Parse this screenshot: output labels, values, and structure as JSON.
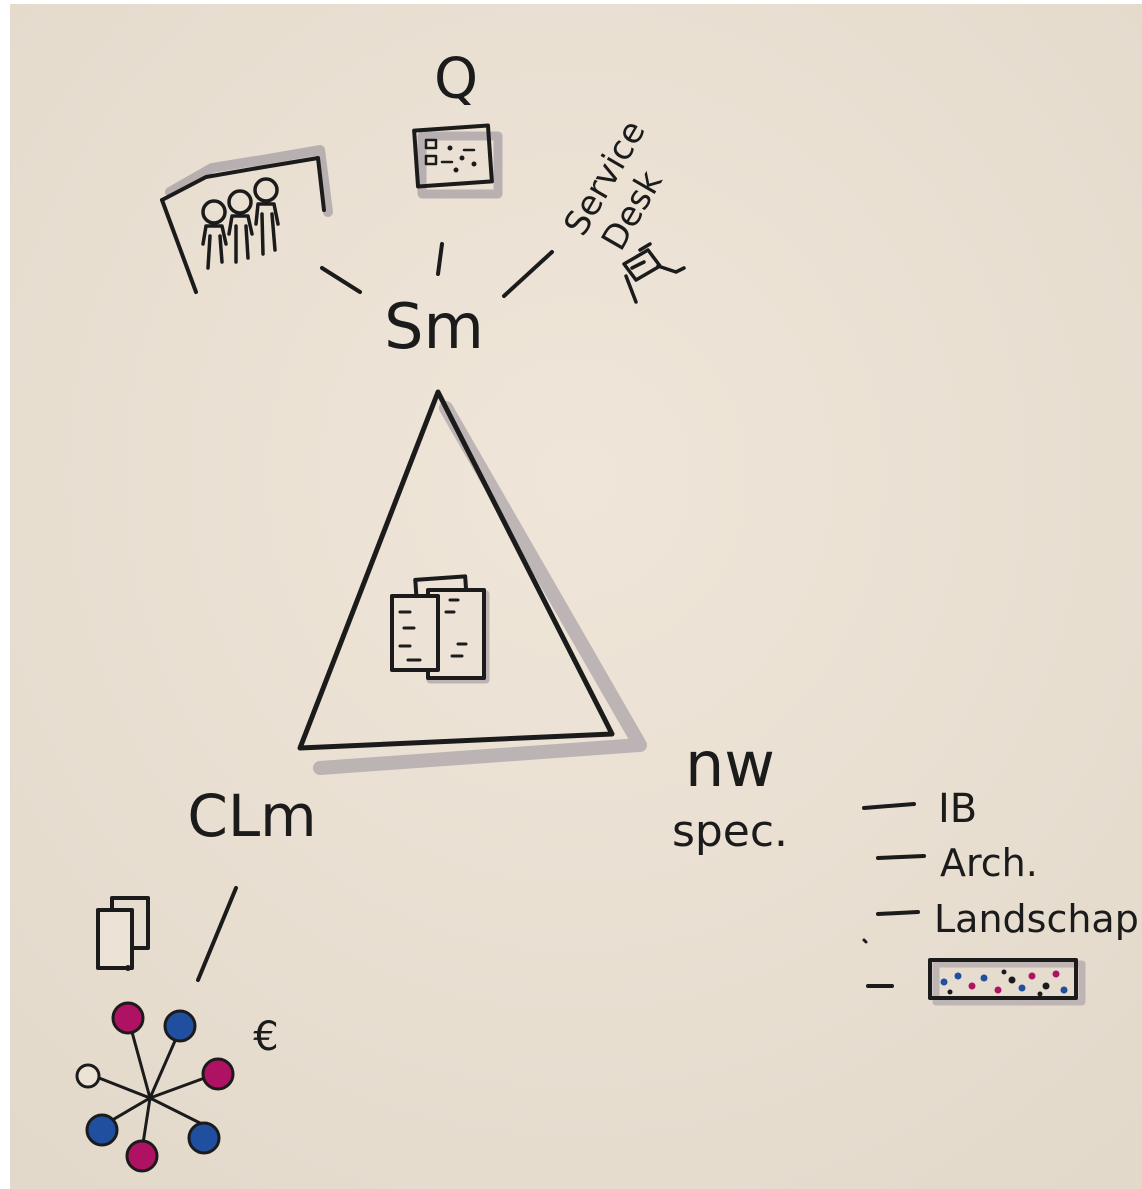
{
  "diagram": {
    "paper_color": "#ece3d6",
    "ink_color": "#1b1b1b",
    "shadow_color": "#8e8694",
    "accent_colors": {
      "magenta": "#b01263",
      "blue": "#1f4f9e"
    },
    "labels": {
      "q": "Q",
      "service_desk_line1": "Service",
      "service_desk_line2": "Desk",
      "sm": "Sm",
      "clm": "CLm",
      "euro": "€",
      "nw": "nw",
      "spec": "spec.",
      "list_items": [
        "IB",
        "Arch.",
        "Landschap"
      ]
    },
    "icons": {
      "team": "team-people-icon",
      "quality_board": "board-icon",
      "service_desk": "desk-icon",
      "documents": "stacked-documents-icon",
      "clm_documents": "documents-icon",
      "network": "network-hub-icon",
      "dots_board": "colored-dots-board-icon"
    }
  }
}
